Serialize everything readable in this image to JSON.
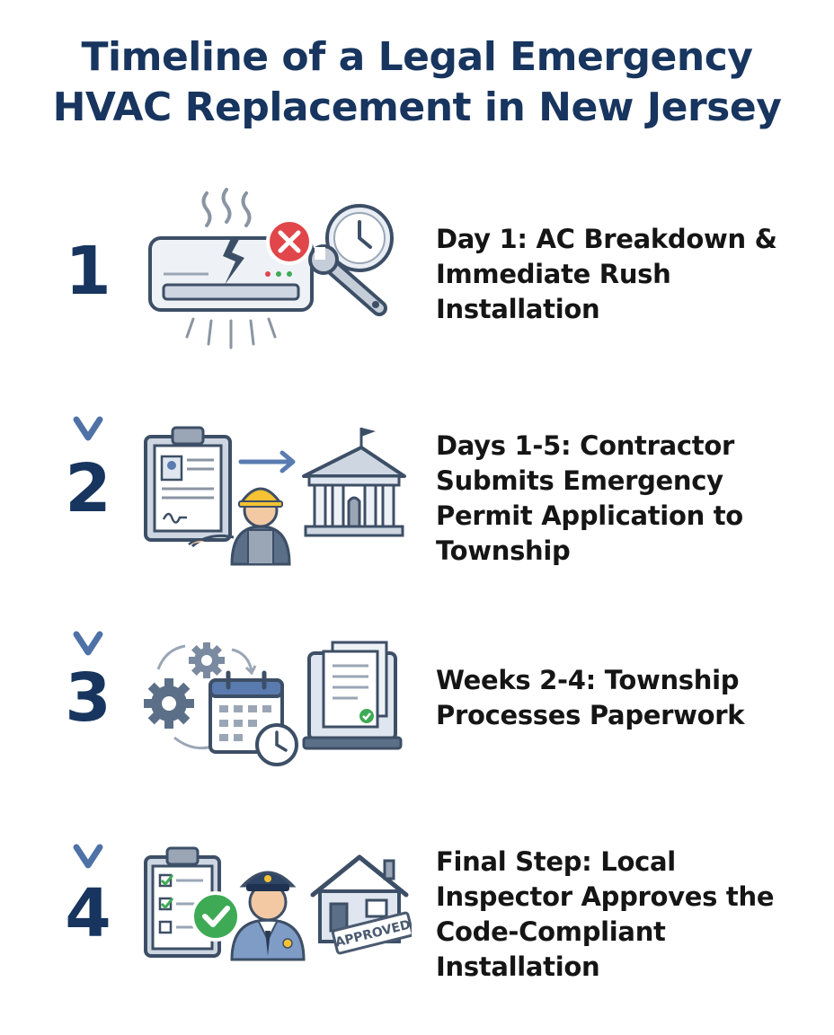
{
  "title": {
    "line1": "Timeline of a Legal Emergency",
    "line2": "HVAC Replacement in New Jersey"
  },
  "steps": [
    {
      "number": "1",
      "lines": [
        "Day 1: AC Breakdown &",
        "Immediate Rush",
        "Installation"
      ],
      "icons": [
        "broken-ac-unit-icon",
        "error-x-icon",
        "clock-icon",
        "wrench-icon"
      ]
    },
    {
      "number": "2",
      "lines": [
        "Days 1-5: Contractor",
        "Submits Emergency",
        "Permit Application to",
        "Township"
      ],
      "icons": [
        "clipboard-form-icon",
        "contractor-worker-icon",
        "arrow-right-icon",
        "township-building-icon"
      ]
    },
    {
      "number": "3",
      "lines": [
        "Weeks 2-4: Township",
        "Processes Paperwork"
      ],
      "icons": [
        "gears-icon",
        "calendar-icon",
        "clock-icon",
        "documents-tray-icon"
      ]
    },
    {
      "number": "4",
      "lines": [
        "Final Step: Local",
        "Inspector Approves the",
        "Code-Compliant",
        "Installation"
      ],
      "icons": [
        "checklist-clipboard-icon",
        "green-check-icon",
        "inspector-officer-icon",
        "approved-house-icon"
      ],
      "stamp": "APPROVED"
    }
  ],
  "colors": {
    "title": "#17355e",
    "number": "#17355e",
    "arrow_top": "#c6d3e5",
    "arrow_bottom": "#4f72a6",
    "icon_stroke": "#3d4f66",
    "icon_fill": "#dfe6ef",
    "error_red": "#e0464a",
    "success_green": "#3faa55",
    "helmet_yellow": "#f4c232"
  }
}
